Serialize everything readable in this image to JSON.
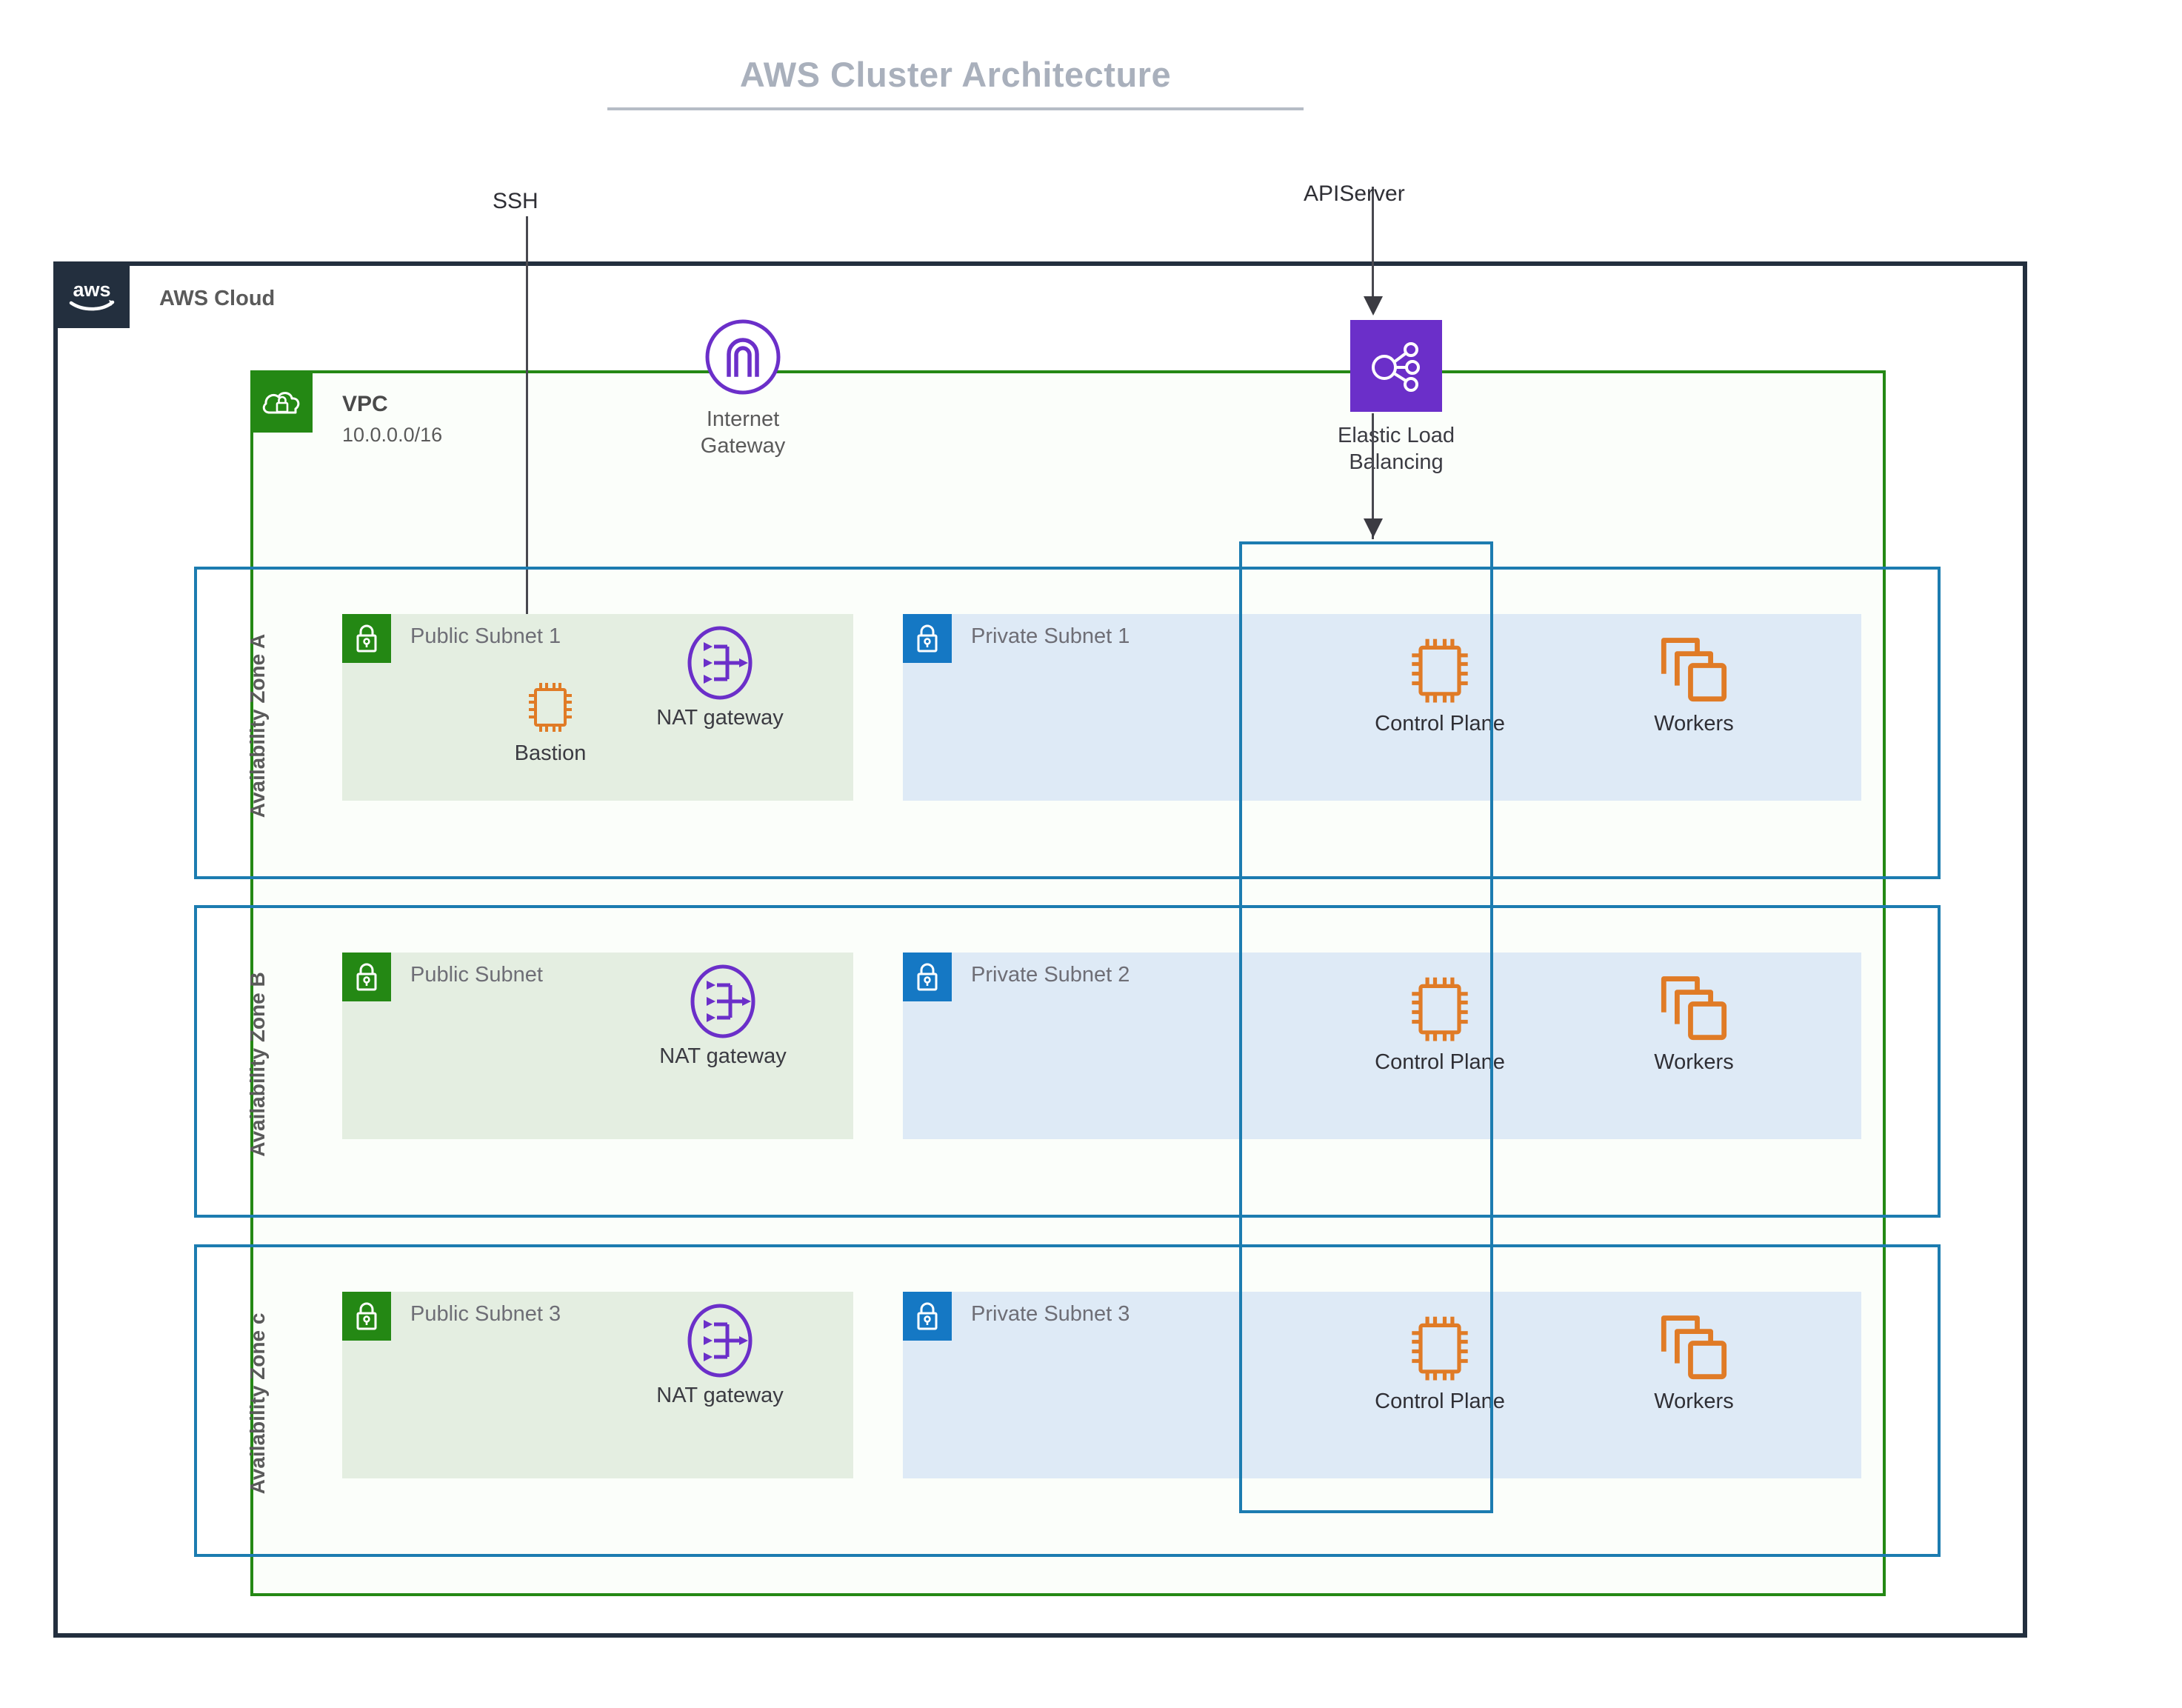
{
  "title": "AWS Cluster Architecture",
  "cloud": {
    "label": "AWS Cloud",
    "logo_icon": "aws-logo-icon"
  },
  "vpc": {
    "name": "VPC",
    "cidr": "10.0.0.0/16",
    "icon": "vpc-cloud-lock-icon"
  },
  "internet_gateway": {
    "label_line1": "Internet",
    "label_line2": "Gateway",
    "icon": "internet-gateway-icon"
  },
  "load_balancer": {
    "label_line1": "Elastic Load",
    "label_line2": "Balancing",
    "icon": "elastic-load-balancing-icon"
  },
  "connectors": {
    "ssh_label": "SSH",
    "apiserver_label": "APIServer"
  },
  "zones": [
    {
      "az_label": "Availability Zone A",
      "public_subnet": {
        "name": "Public Subnet 1",
        "icon": "public-subnet-lock-icon",
        "nat": {
          "label": "NAT gateway",
          "icon": "nat-gateway-icon"
        },
        "bastion": {
          "label": "Bastion",
          "icon": "bastion-chip-icon"
        }
      },
      "private_subnet": {
        "name": "Private Subnet 1",
        "icon": "private-subnet-lock-icon",
        "control_plane": {
          "label": "Control Plane",
          "icon": "control-plane-chip-icon"
        },
        "workers": {
          "label": "Workers",
          "icon": "workers-stack-icon"
        }
      }
    },
    {
      "az_label": "Availability Zone B",
      "public_subnet": {
        "name": "Public Subnet",
        "icon": "public-subnet-lock-icon",
        "nat": {
          "label": "NAT gateway",
          "icon": "nat-gateway-icon"
        },
        "bastion": null
      },
      "private_subnet": {
        "name": "Private Subnet 2",
        "icon": "private-subnet-lock-icon",
        "control_plane": {
          "label": "Control Plane",
          "icon": "control-plane-chip-icon"
        },
        "workers": {
          "label": "Workers",
          "icon": "workers-stack-icon"
        }
      }
    },
    {
      "az_label": "Availability Zone c",
      "public_subnet": {
        "name": "Public Subnet 3",
        "icon": "public-subnet-lock-icon",
        "nat": {
          "label": "NAT gateway",
          "icon": "nat-gateway-icon"
        },
        "bastion": null
      },
      "private_subnet": {
        "name": "Private Subnet 3",
        "icon": "private-subnet-lock-icon",
        "control_plane": {
          "label": "Control Plane",
          "icon": "control-plane-chip-icon"
        },
        "workers": {
          "label": "Workers",
          "icon": "workers-stack-icon"
        }
      }
    }
  ],
  "colors": {
    "aws_navy": "#232F3E",
    "vpc_green": "#248814",
    "subnet_green_fill": "#E4EEE1",
    "subnet_blue_fill": "#DEEAF6",
    "private_blue": "#1578C4",
    "zone_border_blue": "#1C7CB0",
    "purple": "#6B2FC9",
    "orange": "#E07B26",
    "title_gray": "#A9B0BC"
  }
}
